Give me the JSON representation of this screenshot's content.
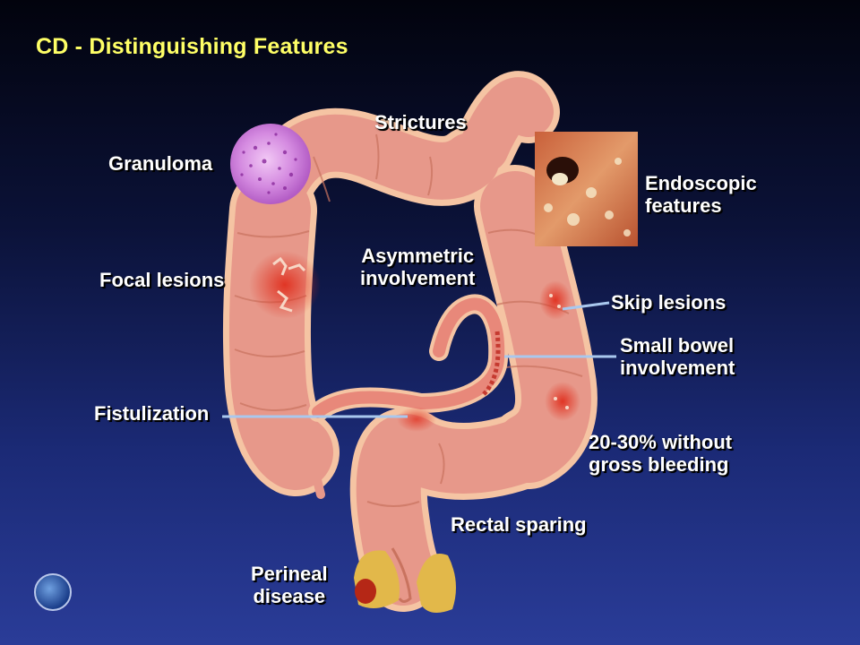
{
  "slide": {
    "title": "CD - Distinguishing Features"
  },
  "labels": {
    "strictures": "Strictures",
    "granuloma": "Granuloma",
    "endoscopic": [
      "Endoscopic",
      "features"
    ],
    "asymmetric": [
      "Asymmetric",
      "involvement"
    ],
    "focal_lesions": "Focal lesions",
    "skip_lesions": "Skip lesions",
    "small_bowel": [
      "Small bowel",
      "involvement"
    ],
    "fistulization": "Fistulization",
    "bleeding": [
      "20-30% without",
      "gross bleeding"
    ],
    "rectal_sparing": "Rectal sparing",
    "perineal": [
      "Perineal",
      "disease"
    ]
  },
  "colors": {
    "title": "#ffff66",
    "label": "#ffffff",
    "leader_line": "#a9c8ee",
    "colon": "#e7988a",
    "colon_outline": "#f7c9a8",
    "inflamed": "#d9382a"
  },
  "icons": {
    "logo": "society-seal-icon"
  }
}
